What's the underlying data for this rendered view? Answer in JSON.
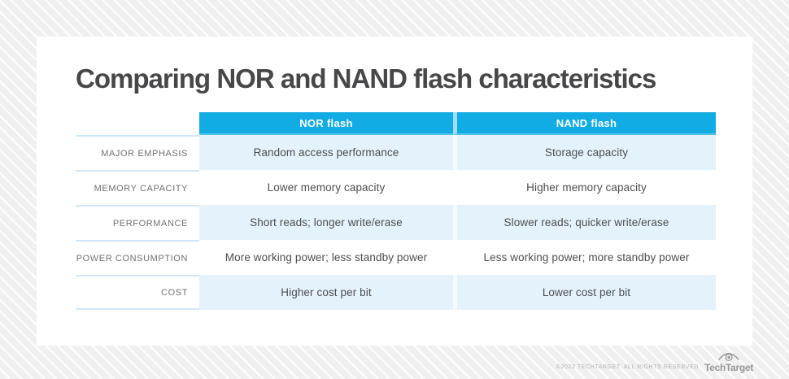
{
  "page": {
    "title": "Comparing NOR and NAND flash characteristics"
  },
  "table": {
    "columns": [
      {
        "label": "NOR flash"
      },
      {
        "label": "NAND flash"
      }
    ],
    "rows": [
      {
        "label": "MAJOR EMPHASIS",
        "nor": "Random access performance",
        "nand": "Storage capacity"
      },
      {
        "label": "MEMORY CAPACITY",
        "nor": "Lower memory capacity",
        "nand": "Higher memory capacity"
      },
      {
        "label": "PERFORMANCE",
        "nor": "Short reads; longer write/erase",
        "nand": "Slower reads; quicker write/erase"
      },
      {
        "label": "POWER CONSUMPTION",
        "nor": "More working power; less standby power",
        "nand": "Less working power; more standby power"
      },
      {
        "label": "COST",
        "nor": "Higher cost per bit",
        "nand": "Lower cost per bit"
      }
    ]
  },
  "footer": {
    "copyright": "©2022 TECHTARGET. ALL RIGHTS RESERVED",
    "brand": "TechTarget",
    "logo_icon": "eye-icon"
  },
  "colors": {
    "header_blue": "#12ace4",
    "row_tint_blue": "#e3f2fb",
    "label_rule_blue": "#cfe8f8",
    "title_gray": "#47474a",
    "body_text_gray": "#4d4e50",
    "label_gray": "#6f7173",
    "background_gray": "#f0f0f1"
  }
}
